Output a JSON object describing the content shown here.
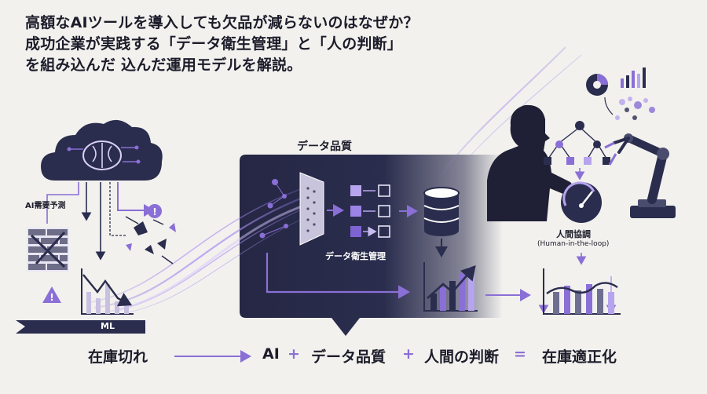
{
  "title": {
    "line1": "高額なAIツールを導入しても欠品が減らないのはなぜか？",
    "line2": "成功企業が実践する「データ衛生管理」と「人の判断」",
    "line3": "を組み込んだ 込んだ運用モデルを解説。"
  },
  "labels": {
    "ai_forecast": "AI需要予測",
    "ml": "ML",
    "data_quality": "データ品質",
    "data_hygiene": "データ衛生管理",
    "human_collab": "人間協調",
    "human_in_loop": "(Human-in-the-loop)"
  },
  "equation": {
    "stockout": "在庫切れ",
    "ai": "AI",
    "plus1": "+",
    "data_quality": "データ品質",
    "plus2": "+",
    "human_judgment": "人間の判断",
    "equals": "=",
    "optimized": "在庫適正化"
  },
  "colors": {
    "navy": "#2b2d4e",
    "purple": "#8a6fd6",
    "light_purple": "#b7a4ee",
    "background": "#f2f1ee"
  }
}
